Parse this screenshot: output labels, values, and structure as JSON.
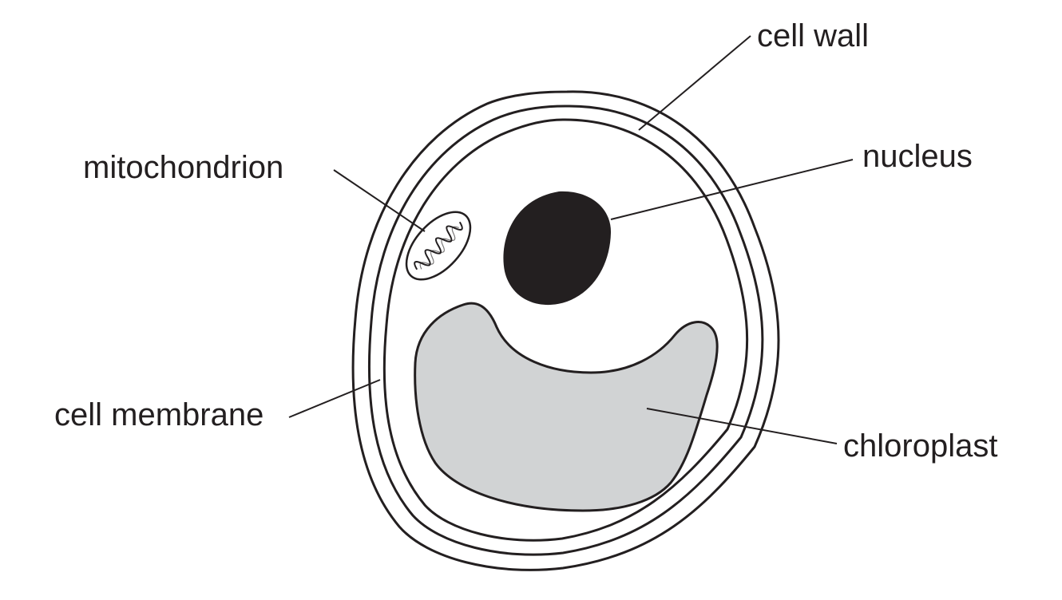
{
  "diagram": {
    "labels": {
      "cell_wall": "cell wall",
      "mitochondrion": "mitochondrion",
      "nucleus": "nucleus",
      "cell_membrane": "cell membrane",
      "chloroplast": "chloroplast"
    },
    "colors": {
      "line": "#231f20",
      "nucleus_fill": "#231f20",
      "chloroplast_fill": "#d1d3d4",
      "background": "#ffffff"
    }
  }
}
